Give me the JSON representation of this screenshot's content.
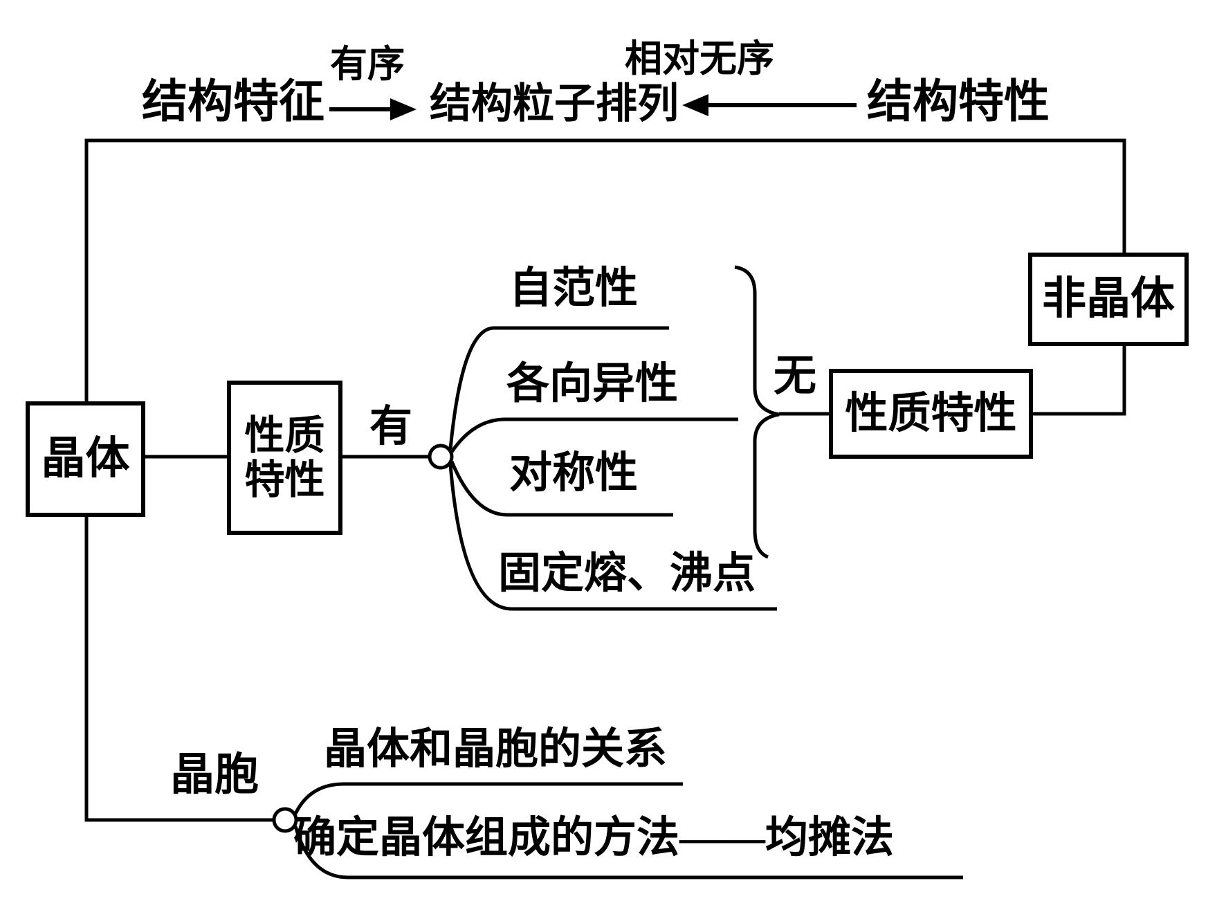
{
  "title_row": {
    "left_label": "结构特征",
    "left_arrow_label": "有序",
    "center_label": "结构粒子排列",
    "right_arrow_label": "相对无序",
    "right_label": "结构特性"
  },
  "nodes": {
    "crystal": "晶体",
    "property_left_line1": "性质",
    "property_left_line2": "特性",
    "has": "有",
    "none": "无",
    "property_right": "性质特性",
    "amorphous": "非晶体",
    "unit_cell": "晶胞"
  },
  "property_branches": [
    "自范性",
    "各向异性",
    "对称性",
    "固定熔、沸点"
  ],
  "cell_branches": [
    "晶体和晶胞的关系",
    "确定晶体组成的方法——均摊法"
  ],
  "colors": {
    "ink": "#000000",
    "background": "#ffffff"
  }
}
